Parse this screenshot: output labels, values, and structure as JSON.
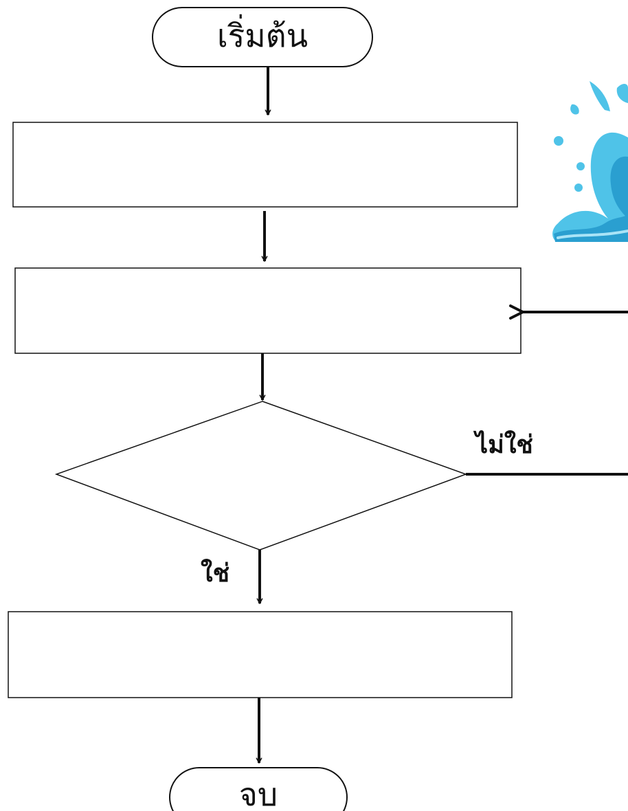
{
  "diagram": {
    "start_label": "เริ่มต้น",
    "end_label": "จบ",
    "yes_label": "ใช่",
    "no_label": "ไม่ใช่",
    "boxes": [
      {
        "text": ""
      },
      {
        "text": ""
      },
      {
        "text": ""
      }
    ],
    "decision": {
      "text": ""
    },
    "decoration": {
      "icon": "water-splash-icon",
      "colors": [
        "#4fc3e8",
        "#2a9fd0",
        "#a9e4f7"
      ]
    },
    "line_color": "#111111"
  }
}
